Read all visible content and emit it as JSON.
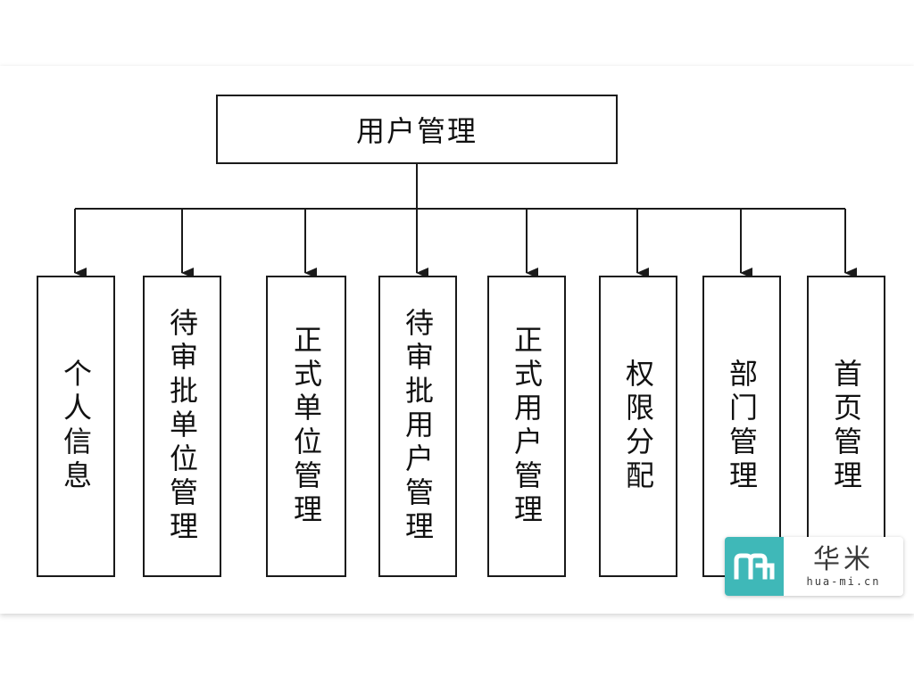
{
  "diagram": {
    "root": {
      "label": "用户管理"
    },
    "children": [
      {
        "label": "个人信息"
      },
      {
        "label": "待审批单位管理"
      },
      {
        "label": "正式单位管理"
      },
      {
        "label": "待审批用户管理"
      },
      {
        "label": "正式用户管理"
      },
      {
        "label": "权限分配"
      },
      {
        "label": "部门管理"
      },
      {
        "label": "首页管理"
      }
    ]
  },
  "watermark": {
    "logo_icon": "hua-mi-logo-icon",
    "brand_cn": "华米",
    "brand_url": "hua-mi.cn",
    "accent_color": "#3fb8b8"
  }
}
